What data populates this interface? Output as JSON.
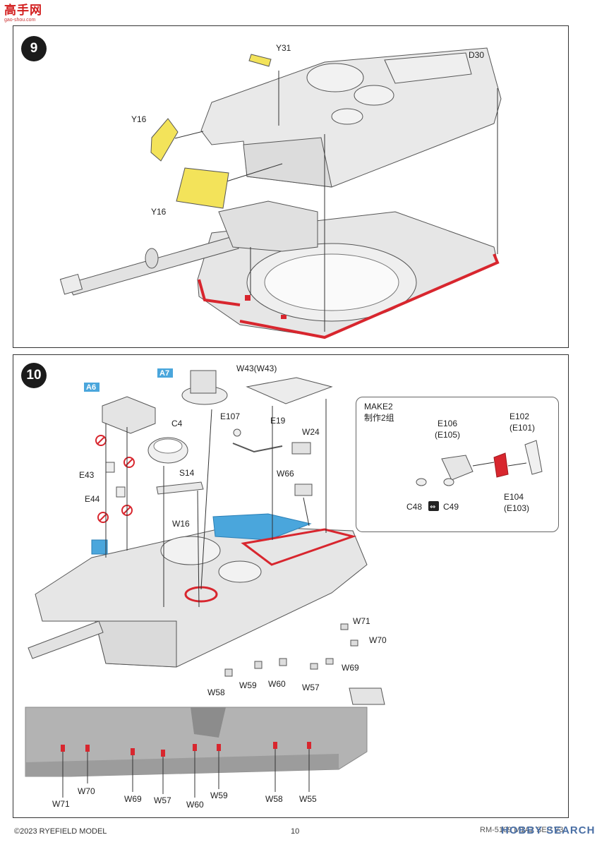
{
  "watermark": {
    "logo": "高手网",
    "url": "gao-shou.com"
  },
  "step9": {
    "number": "9",
    "labels": {
      "y31": "Y31",
      "d30": "D30",
      "y16_top": "Y16",
      "y16_bottom": "Y16"
    }
  },
  "step10": {
    "number": "10",
    "tags": {
      "a6": "A6",
      "a7": "A7"
    },
    "labels": {
      "w43": "W43(W43)",
      "c4": "C4",
      "e107": "E107",
      "e19": "E19",
      "w24": "W24",
      "e43": "E43",
      "s14": "S14",
      "w66": "W66",
      "e44": "E44",
      "w16": "W16",
      "w71": "W71",
      "w70": "W70",
      "w69": "W69",
      "w58": "W58",
      "w59": "W59",
      "w60": "W60",
      "w57": "W57"
    },
    "strip_labels": [
      "W71",
      "W70",
      "W69",
      "W57",
      "W60",
      "W59",
      "W58",
      "W55"
    ],
    "make": {
      "title": "MAKE2",
      "subtitle": "制作2组",
      "e106": "E106",
      "e105": "(E105)",
      "e102": "E102",
      "e101": "(E101)",
      "c48": "C48",
      "c49": "C49",
      "e104": "E104",
      "e103": "(E103)"
    }
  },
  "footer": {
    "copyright": "©2023 RYEFIELD MODEL",
    "page": "10",
    "product": "RM-5109 M1A2 SEP V3",
    "hobbysearch": "HOBBY SEARCH"
  },
  "colors": {
    "yellow_part": "#f3e35a",
    "red_part": "#d8262e",
    "blue_part": "#4aa6dc",
    "hull_gray": "#d8d8d8",
    "strip_gray": "#b3b3b3"
  },
  "icons": [
    "do-not-glue-icon",
    "swap-arrow-icon"
  ]
}
